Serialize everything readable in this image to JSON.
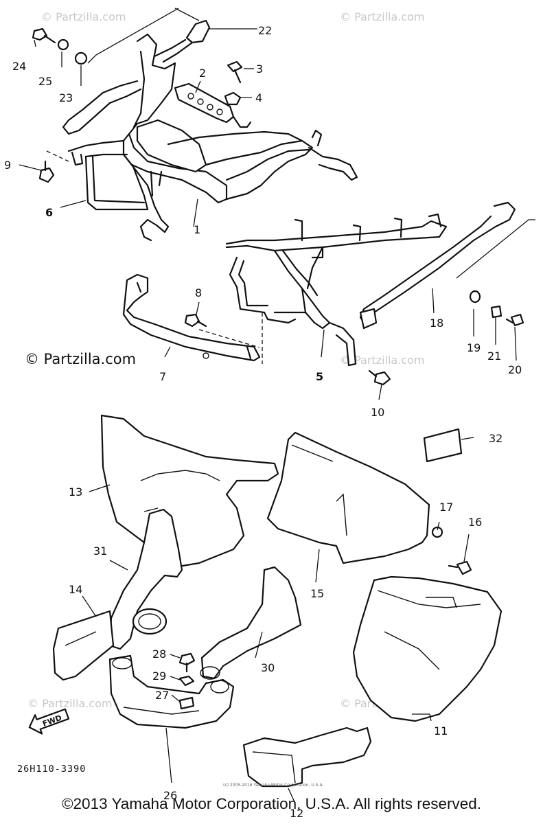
{
  "diagram": {
    "title": "",
    "ref_code": "26H110-3390",
    "watermark": "© Partzilla.com",
    "watermark_faint": "© Partzilla.com",
    "copyright_small": "(c) 2005-2016 Yamaha Motor Corporation, U.S.A.",
    "fwd_label": "FWD",
    "callouts": [
      {
        "id": "1",
        "text": "1"
      },
      {
        "id": "2",
        "text": "2"
      },
      {
        "id": "3",
        "text": "3"
      },
      {
        "id": "4",
        "text": "4"
      },
      {
        "id": "5",
        "text": "5"
      },
      {
        "id": "6",
        "text": "6"
      },
      {
        "id": "7",
        "text": "7"
      },
      {
        "id": "8",
        "text": "8"
      },
      {
        "id": "9",
        "text": "9"
      },
      {
        "id": "10",
        "text": "10"
      },
      {
        "id": "11",
        "text": "11"
      },
      {
        "id": "12",
        "text": "12"
      },
      {
        "id": "13",
        "text": "13"
      },
      {
        "id": "14",
        "text": "14"
      },
      {
        "id": "15",
        "text": "15"
      },
      {
        "id": "16",
        "text": "16"
      },
      {
        "id": "17",
        "text": "17"
      },
      {
        "id": "18",
        "text": "18"
      },
      {
        "id": "19",
        "text": "19"
      },
      {
        "id": "20",
        "text": "20"
      },
      {
        "id": "21",
        "text": "21"
      },
      {
        "id": "22",
        "text": "22"
      },
      {
        "id": "23",
        "text": "23"
      },
      {
        "id": "24",
        "text": "24"
      },
      {
        "id": "25",
        "text": "25"
      },
      {
        "id": "26",
        "text": "26"
      },
      {
        "id": "27",
        "text": "27"
      },
      {
        "id": "28",
        "text": "28"
      },
      {
        "id": "29",
        "text": "29"
      },
      {
        "id": "30",
        "text": "30"
      },
      {
        "id": "31",
        "text": "31"
      },
      {
        "id": "32",
        "text": "32"
      }
    ]
  },
  "footer": {
    "text": "©2013 Yamaha Motor Corporation, U.S.A. All rights reserved."
  }
}
